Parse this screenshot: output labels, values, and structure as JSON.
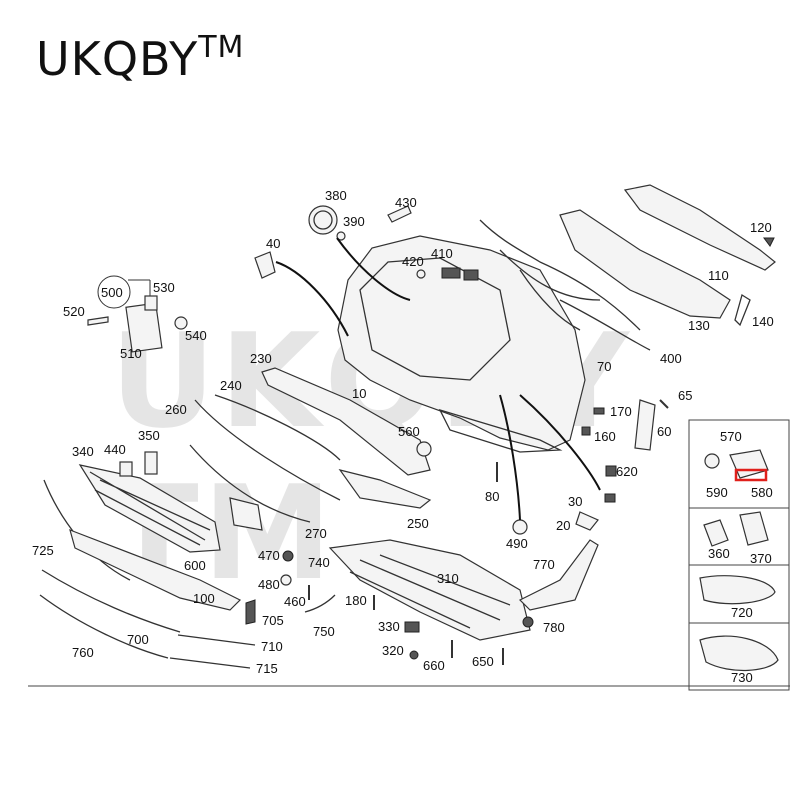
{
  "brand": {
    "name": "UKQBY",
    "mark": "TM"
  },
  "watermark": "UKQBY TM",
  "highlight_color": "#e0201b",
  "callouts": [
    {
      "n": "380"
    },
    {
      "n": "430"
    },
    {
      "n": "390"
    },
    {
      "n": "40"
    },
    {
      "n": "410"
    },
    {
      "n": "420"
    },
    {
      "n": "120"
    },
    {
      "n": "110"
    },
    {
      "n": "130"
    },
    {
      "n": "140"
    },
    {
      "n": "500"
    },
    {
      "n": "530"
    },
    {
      "n": "520"
    },
    {
      "n": "540"
    },
    {
      "n": "510"
    },
    {
      "n": "400"
    },
    {
      "n": "230"
    },
    {
      "n": "70"
    },
    {
      "n": "240"
    },
    {
      "n": "10"
    },
    {
      "n": "260"
    },
    {
      "n": "65"
    },
    {
      "n": "170"
    },
    {
      "n": "560"
    },
    {
      "n": "160"
    },
    {
      "n": "60"
    },
    {
      "n": "350"
    },
    {
      "n": "340"
    },
    {
      "n": "440"
    },
    {
      "n": "620"
    },
    {
      "n": "570"
    },
    {
      "n": "590"
    },
    {
      "n": "580"
    },
    {
      "n": "80"
    },
    {
      "n": "250"
    },
    {
      "n": "30"
    },
    {
      "n": "270"
    },
    {
      "n": "20"
    },
    {
      "n": "490"
    },
    {
      "n": "725"
    },
    {
      "n": "470"
    },
    {
      "n": "740"
    },
    {
      "n": "600"
    },
    {
      "n": "310"
    },
    {
      "n": "770"
    },
    {
      "n": "360"
    },
    {
      "n": "370"
    },
    {
      "n": "480"
    },
    {
      "n": "460"
    },
    {
      "n": "180"
    },
    {
      "n": "100"
    },
    {
      "n": "705"
    },
    {
      "n": "750"
    },
    {
      "n": "720"
    },
    {
      "n": "330"
    },
    {
      "n": "780"
    },
    {
      "n": "700"
    },
    {
      "n": "710"
    },
    {
      "n": "320"
    },
    {
      "n": "660"
    },
    {
      "n": "650"
    },
    {
      "n": "760"
    },
    {
      "n": "715"
    },
    {
      "n": "730"
    }
  ]
}
